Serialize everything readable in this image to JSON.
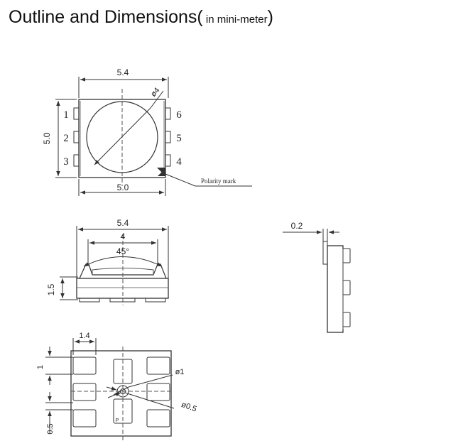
{
  "title": {
    "main": "Outline and Dimensions(",
    "sub": " in mini-meter",
    "close": ")"
  },
  "top_view": {
    "width": "5.4",
    "height": "5.0",
    "inner_width": "5.0",
    "lens_diameter": "ø4",
    "pins_left": [
      "1",
      "2",
      "3"
    ],
    "pins_right": [
      "6",
      "5",
      "4"
    ],
    "polarity_label": "Polarity mark"
  },
  "side_view": {
    "width": "5.4",
    "lens_width": "4",
    "angle": "45°",
    "height": "1.5"
  },
  "end_view": {
    "thickness": "0.2"
  },
  "footprint": {
    "pad_width": "1.4",
    "pad_height": "1",
    "pad_gap": "0.5",
    "diameter_large": "ø1",
    "diameter_small": "ø0.5",
    "marker": "P"
  }
}
